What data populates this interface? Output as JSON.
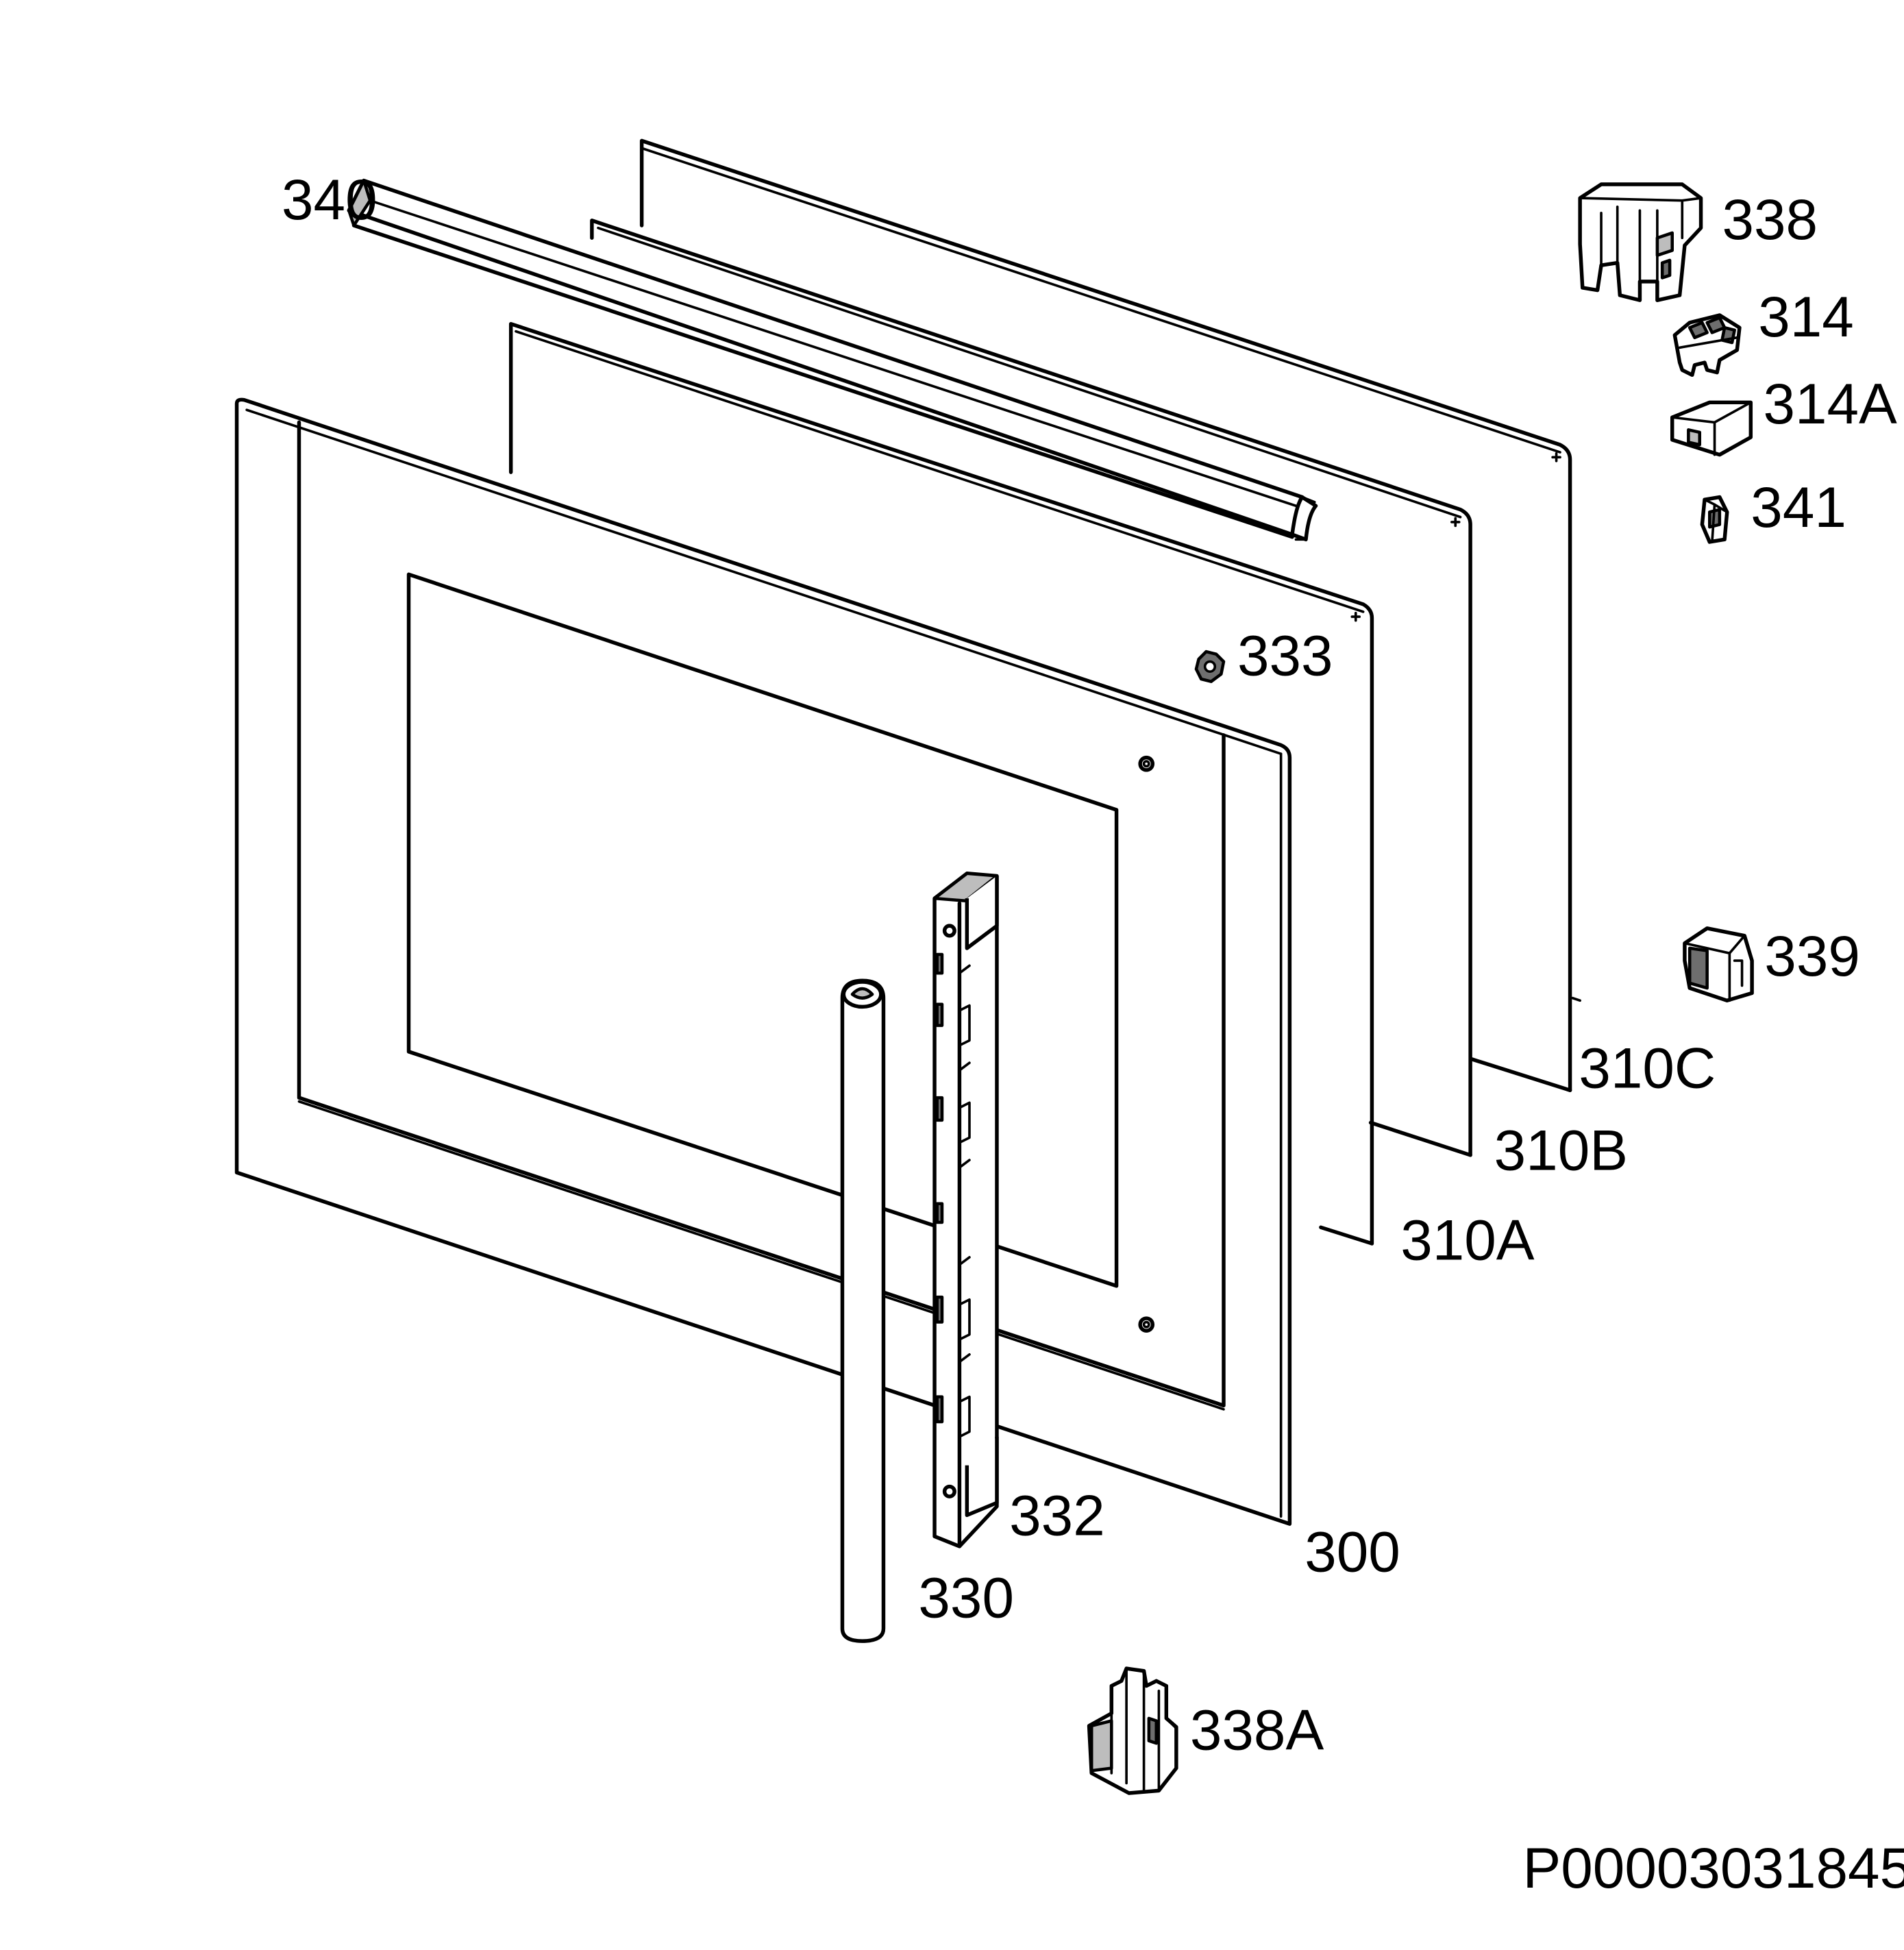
{
  "diagram_code": "P00003031845",
  "parts": [
    {
      "id": "p340",
      "label": "340"
    },
    {
      "id": "p338",
      "label": "338"
    },
    {
      "id": "p314",
      "label": "314"
    },
    {
      "id": "p314a",
      "label": "314A"
    },
    {
      "id": "p341",
      "label": "341"
    },
    {
      "id": "p333",
      "label": "333"
    },
    {
      "id": "p339",
      "label": "339"
    },
    {
      "id": "p310c",
      "label": "310C"
    },
    {
      "id": "p310b",
      "label": "310B"
    },
    {
      "id": "p310a",
      "label": "310A"
    },
    {
      "id": "p332",
      "label": "332"
    },
    {
      "id": "p300",
      "label": "300"
    },
    {
      "id": "p330",
      "label": "330"
    },
    {
      "id": "p338a",
      "label": "338A"
    }
  ]
}
